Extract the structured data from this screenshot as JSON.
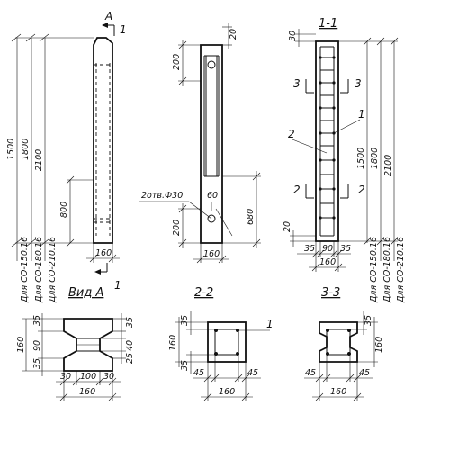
{
  "views": {
    "view_a": {
      "title": "Вид А",
      "direction_label": "А",
      "direction_num": "1",
      "section_num": "1",
      "dims": {
        "h1": "1500",
        "h2": "1800",
        "h3": "2100",
        "v800": "800",
        "w160": "160"
      },
      "labels": {
        "l1": "Для СО-150.16",
        "l2": "Для СО-180.16",
        "l3": "Для СО-210.16"
      }
    },
    "section_22": {
      "title": "2-2",
      "dims": {
        "top20": "20",
        "v200_top": "200",
        "v60": "60",
        "v680": "680",
        "v200_bot": "200",
        "w160": "160"
      },
      "hole_label": "2отв.Ф30"
    },
    "section_11": {
      "title": "1-1",
      "cut3": "3",
      "cut2": "2",
      "callout1": "1",
      "callout2": "2",
      "dims": {
        "top30": "30",
        "h1500": "1500",
        "h1800": "1800",
        "h2100": "2100",
        "bot20": "20",
        "d35a": "35",
        "d90": "90",
        "d35b": "35",
        "w160": "160"
      },
      "labels": {
        "l1": "Для СО-150.16",
        "l2": "Для СО-180.16",
        "l3": "Для СО-210.16"
      }
    },
    "section_33": {
      "title": "3-3"
    },
    "cs_a": {
      "dims": {
        "l35t": "35",
        "l90": "90",
        "l35b": "35",
        "h160": "160",
        "r35": "35",
        "r40": "40",
        "r25": "25",
        "b30a": "30",
        "b100": "100",
        "b30b": "30",
        "w160": "160"
      }
    },
    "cs_22": {
      "callout": "1",
      "dims": {
        "h160": "160",
        "v35a": "35",
        "v35b": "35",
        "b45a": "45",
        "b45b": "45",
        "w160": "160"
      }
    },
    "cs_33": {
      "dims": {
        "v35": "35",
        "h160": "160",
        "b45a": "45",
        "b45b": "45",
        "w160": "160"
      }
    }
  }
}
